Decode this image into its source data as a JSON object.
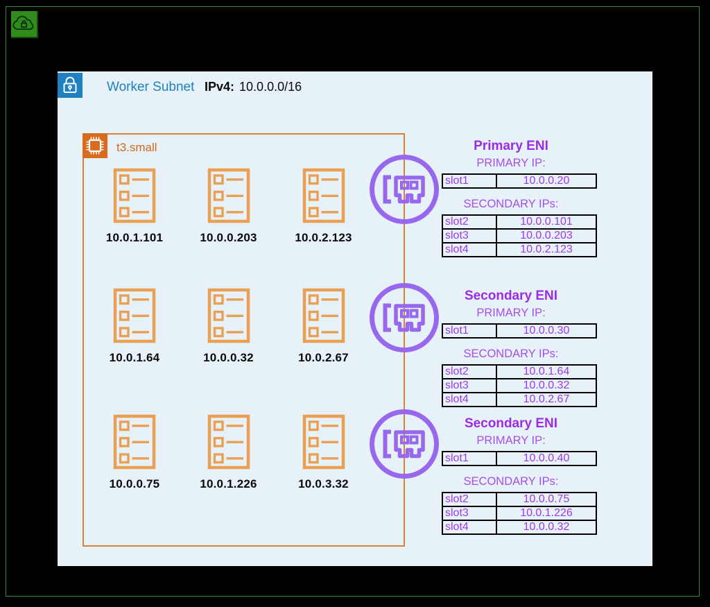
{
  "subnet": {
    "name": "Worker Subnet",
    "ipv4_label": "IPv4:",
    "cidr": "10.0.0.0/16"
  },
  "instance": {
    "type": "t3.small",
    "pod_ips": [
      "10.0.1.101",
      "10.0.0.203",
      "10.0.2.123",
      "10.0.1.64",
      "10.0.0.32",
      "10.0.2.67",
      "10.0.0.75",
      "10.0.1.226",
      "10.0.3.32"
    ]
  },
  "enis": [
    {
      "title": "Primary ENI",
      "primary_heading": "PRIMARY IP:",
      "primary": [
        {
          "slot": "slot1",
          "ip": "10.0.0.20"
        }
      ],
      "secondary_heading": "SECONDARY IPs:",
      "secondary": [
        {
          "slot": "slot2",
          "ip": "10.0.0.101"
        },
        {
          "slot": "slot3",
          "ip": "10.0.0.203"
        },
        {
          "slot": "slot4",
          "ip": "10.0.2.123"
        }
      ]
    },
    {
      "title": "Secondary ENI",
      "primary_heading": "PRIMARY IP:",
      "primary": [
        {
          "slot": "slot1",
          "ip": "10.0.0.30"
        }
      ],
      "secondary_heading": "SECONDARY IPs:",
      "secondary": [
        {
          "slot": "slot2",
          "ip": "10.0.1.64"
        },
        {
          "slot": "slot3",
          "ip": "10.0.0.32"
        },
        {
          "slot": "slot4",
          "ip": "10.0.2.67"
        }
      ]
    },
    {
      "title": "Secondary ENI",
      "primary_heading": "PRIMARY IP:",
      "primary": [
        {
          "slot": "slot1",
          "ip": "10.0.0.40"
        }
      ],
      "secondary_heading": "SECONDARY IPs:",
      "secondary": [
        {
          "slot": "slot2",
          "ip": "10.0.0.75"
        },
        {
          "slot": "slot3",
          "ip": "10.0.1.226"
        },
        {
          "slot": "slot4",
          "ip": "10.0.0.32"
        }
      ]
    }
  ],
  "icons": {
    "badge": "cloud-lock-icon",
    "subnet": "lock-icon",
    "instance": "cpu-chip-icon",
    "pod": "pod-list-icon",
    "eni": "network-interface-icon"
  },
  "colors": {
    "frame_green": "#2E8B2E",
    "badge_green": "#2F8C1D",
    "panel_bg": "#E7F1F8",
    "subnet_blue": "#1F80C2",
    "instance_orange": "#D96B1E",
    "box_border_orange": "#D4813F",
    "pod_orange": "#E9A054",
    "eni_purple": "#9768EE",
    "eni_text_purple": "#9B2BE8",
    "table_border": "#000000"
  }
}
